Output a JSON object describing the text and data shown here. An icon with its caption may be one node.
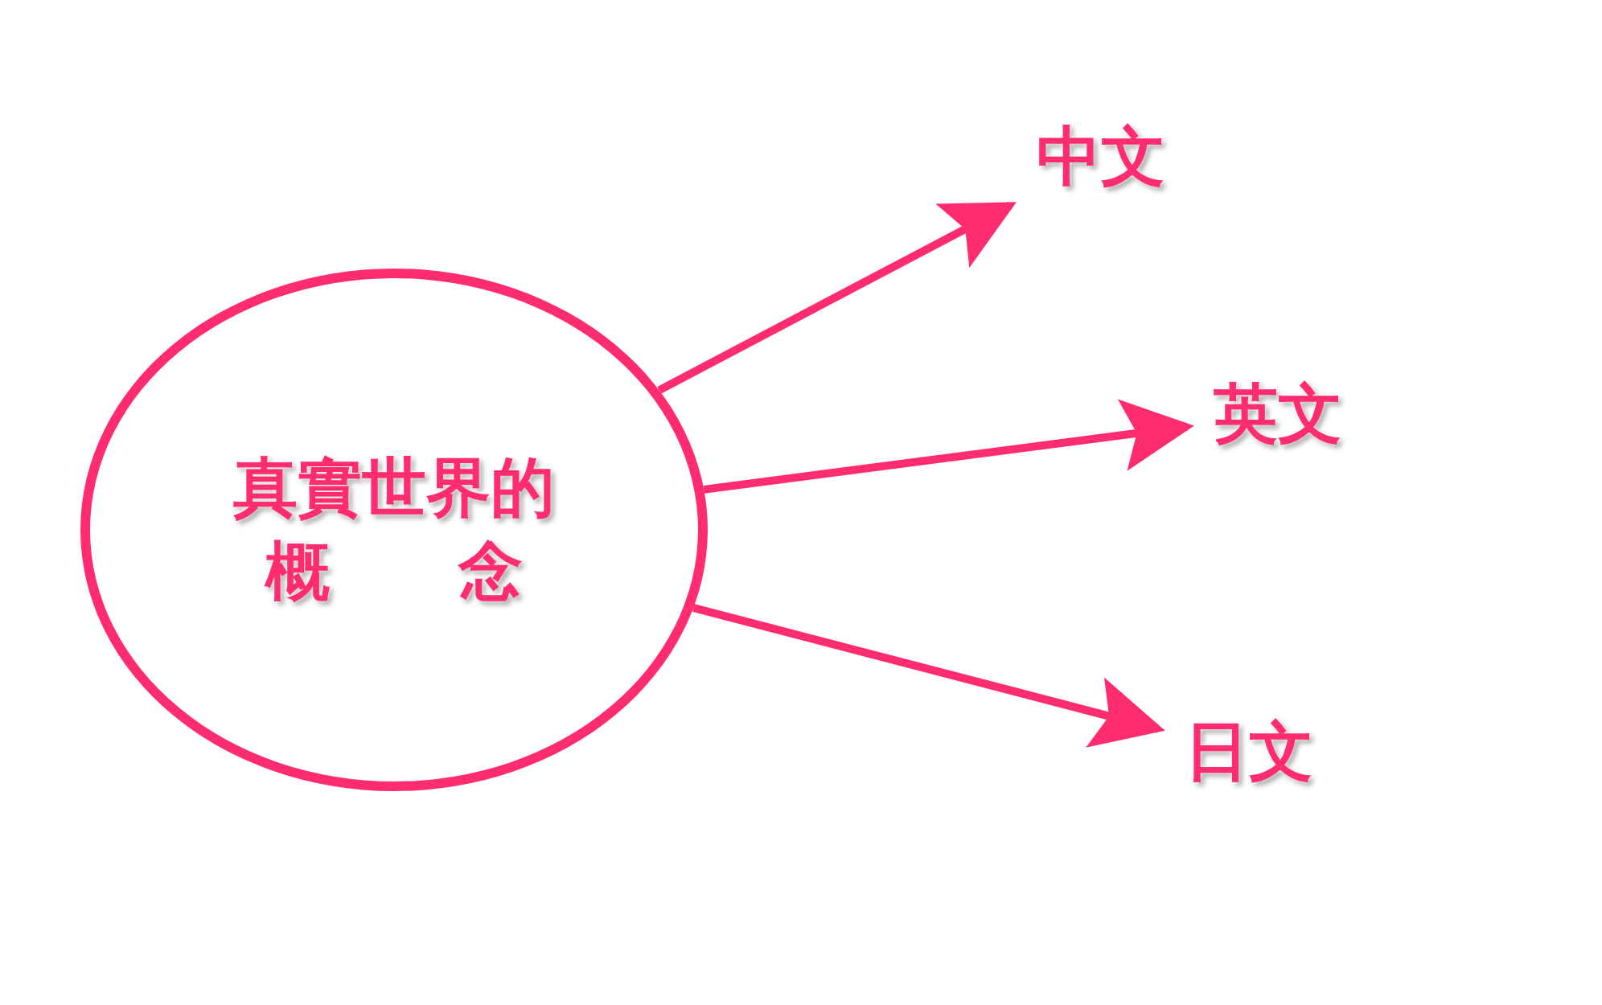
{
  "diagram": {
    "nodes": [
      {
        "text": [
          "真實世界的概　　念"
        ]
      },
      {
        "text": [
          "中文"
        ]
      },
      {
        "text": [
          "英文"
        ]
      },
      {
        "text": [
          "日文"
        ]
      }
    ],
    "edges": [
      {
        "from": 0,
        "to": 1,
        "arrow": "to"
      },
      {
        "from": 0,
        "to": 2,
        "arrow": "to"
      },
      {
        "from": 0,
        "to": 3,
        "arrow": "to"
      }
    ]
  }
}
